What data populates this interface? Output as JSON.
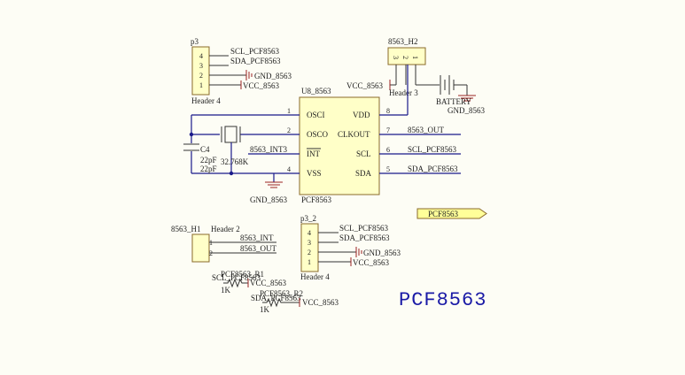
{
  "title": "PCF8563",
  "chip": {
    "designator": "U8_8563",
    "part": "PCF8563",
    "pins_left": [
      {
        "num": "1",
        "name": "OSCI"
      },
      {
        "num": "2",
        "name": "OSCO"
      },
      {
        "num": "3",
        "name": "INT"
      },
      {
        "num": "4",
        "name": "VSS"
      }
    ],
    "pins_right": [
      {
        "num": "8",
        "name": "VDD"
      },
      {
        "num": "7",
        "name": "CLKOUT"
      },
      {
        "num": "6",
        "name": "SCL"
      },
      {
        "num": "5",
        "name": "SDA"
      }
    ],
    "net_int": "8563_INT3",
    "net_clkout": "8563_OUT",
    "net_scl": "SCL_PCF8563",
    "net_sda": "SDA_PCF8563",
    "net_gnd": "GND_8563"
  },
  "crystal": {
    "capacitor": "C4",
    "value1": "22pF",
    "value2": "22pF",
    "freq": "32.768K"
  },
  "p3": {
    "designator": "p3",
    "type": "Header 4",
    "pins": [
      "4",
      "3",
      "2",
      "1"
    ],
    "nets": [
      "SCL_PCF8563",
      "SDA_PCF8563",
      "GND_8563",
      "VCC_8563"
    ]
  },
  "h2": {
    "designator": "8563_H2",
    "type": "Header 3",
    "pins": [
      "3",
      "2",
      "1"
    ],
    "vcc": "VCC_8563",
    "battery": "BATTERY",
    "gnd": "GND_8563"
  },
  "h1": {
    "designator": "8563_H1",
    "type": "Header 2",
    "pins": [
      "1",
      "2"
    ],
    "nets": [
      "8563_INT",
      "8563_OUT"
    ]
  },
  "p3_2": {
    "designator": "p3_2",
    "type": "Header 4",
    "pins": [
      "4",
      "3",
      "2",
      "1"
    ],
    "nets": [
      "SCL_PCF8563",
      "SDA_PCF8563",
      "GND_8563",
      "VCC_8563"
    ]
  },
  "port": {
    "label": "PCF8563"
  },
  "r1": {
    "designator": "PCF8563_R1",
    "net": "SCL_PCF8563",
    "value": "1K",
    "vcc": "VCC_8563"
  },
  "r2": {
    "designator": "PCF8563_R2",
    "net": "SDA_PCF8563",
    "value": "1K",
    "vcc": "VCC_8563"
  },
  "colors": {
    "wire": "#1a1a8a",
    "title": "#1a1aa6",
    "body": "#ffffc8",
    "background": "#fdfdf5"
  }
}
